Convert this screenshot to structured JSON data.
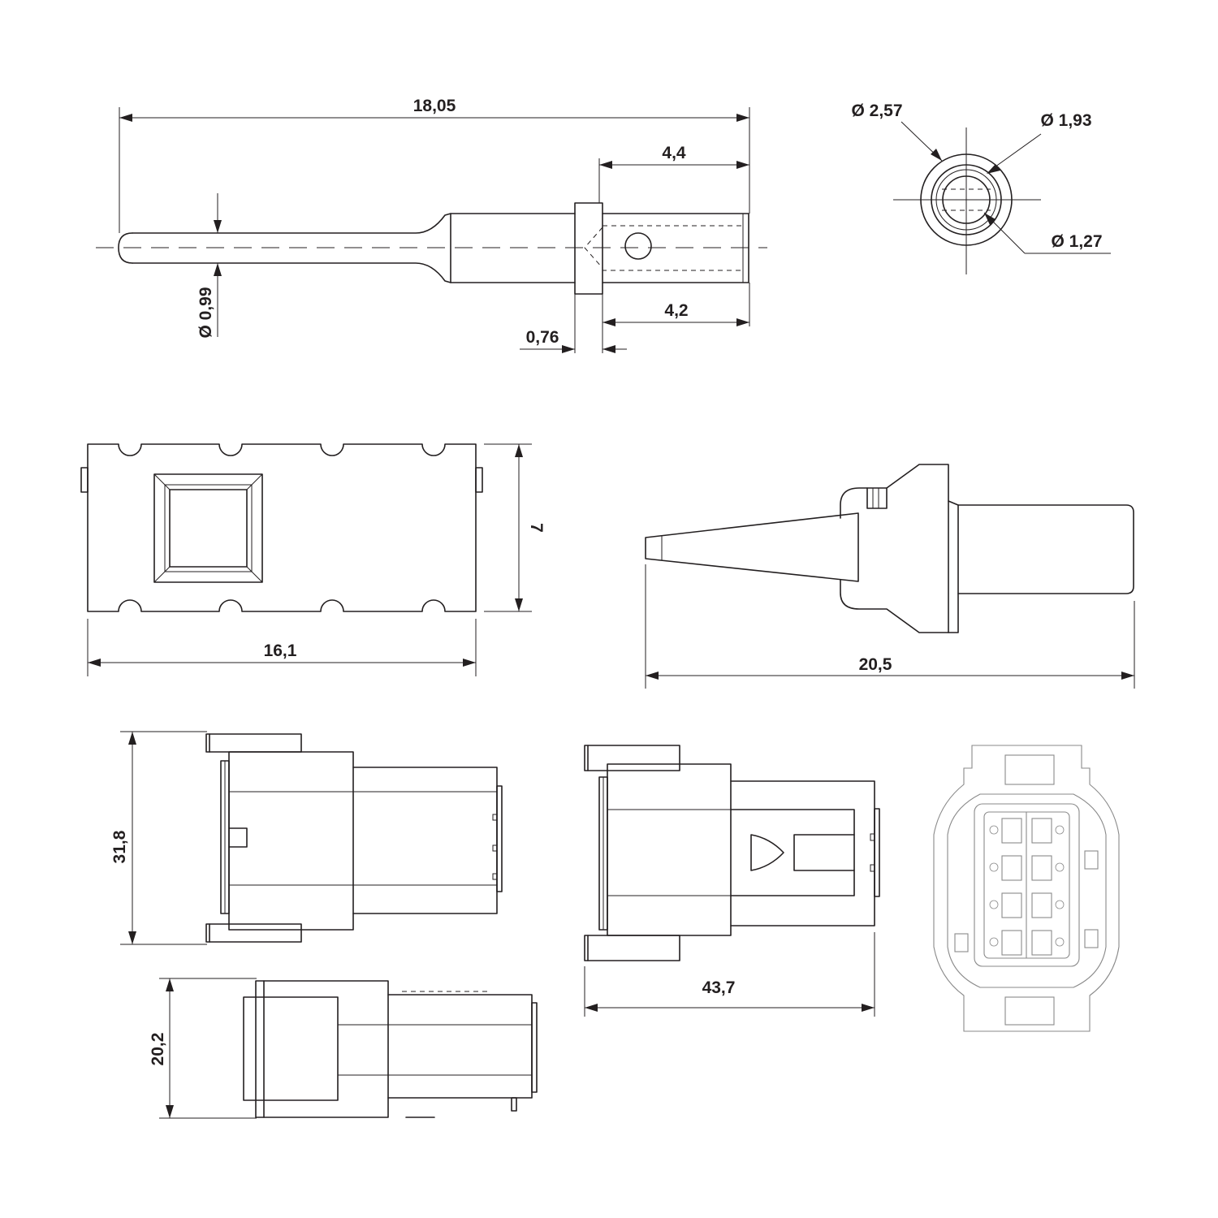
{
  "colors": {
    "line": "#231f20",
    "background": "#ffffff",
    "light_line": "#8a8a8a"
  },
  "pin_view": {
    "overall_length": "18,05",
    "barrel_length": "4,4",
    "collar_offset": "4,2",
    "collar_thickness": "0,76",
    "pin_diameter": "Ø 0,99"
  },
  "pin_end_view": {
    "outer_diameter": "Ø 2,57",
    "mid_diameter": "Ø 1,93",
    "inner_diameter": "Ø 1,27"
  },
  "wedge_front": {
    "width": "16,1",
    "height": "7"
  },
  "wedge_side": {
    "length": "20,5"
  },
  "housing_top": {
    "height": "31,8"
  },
  "housing_side": {
    "length": "43,7"
  },
  "housing_bottom": {
    "height": "20,2"
  }
}
